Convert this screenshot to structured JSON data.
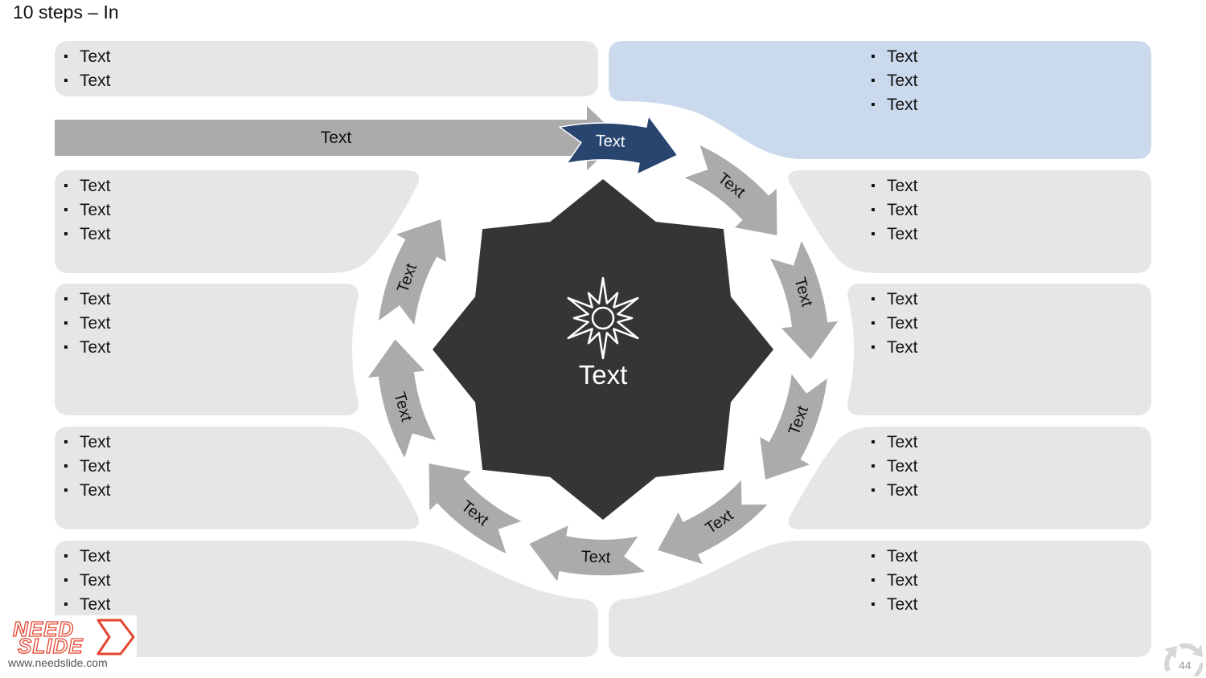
{
  "slide": {
    "title": "10 steps – In",
    "page_number": "44",
    "website": "www.needslide.com",
    "logo": {
      "line1": "NEED",
      "line2": "SLIDE"
    }
  },
  "colors": {
    "panel": "#e6e6e6",
    "panel_highlight": "#cadaec",
    "arrow": "#ababab",
    "arrow_highlight": "#284570",
    "center": "#353535",
    "brand": "#e3452f"
  },
  "input_arrow": {
    "label": "Text"
  },
  "center": {
    "label": "Text",
    "icon": "sun-icon"
  },
  "steps": [
    {
      "label": "Text",
      "highlight": true
    },
    {
      "label": "Text",
      "highlight": false
    },
    {
      "label": "Text",
      "highlight": false
    },
    {
      "label": "Text",
      "highlight": false
    },
    {
      "label": "Text",
      "highlight": false
    },
    {
      "label": "Text",
      "highlight": false
    },
    {
      "label": "Text",
      "highlight": false
    },
    {
      "label": "Text",
      "highlight": false
    },
    {
      "label": "Text",
      "highlight": false
    }
  ],
  "panels": {
    "top_left": {
      "items": [
        "Text",
        "Text"
      ]
    },
    "top_right": {
      "items": [
        "Text",
        "Text",
        "Text"
      ],
      "highlight": true
    },
    "row2_left": {
      "items": [
        "Text",
        "Text",
        "Text"
      ]
    },
    "row2_right": {
      "items": [
        "Text",
        "Text",
        "Text"
      ]
    },
    "row3_left": {
      "items": [
        "Text",
        "Text",
        "Text"
      ]
    },
    "row3_right": {
      "items": [
        "Text",
        "Text",
        "Text"
      ]
    },
    "row4_left": {
      "items": [
        "Text",
        "Text",
        "Text"
      ]
    },
    "row4_right": {
      "items": [
        "Text",
        "Text",
        "Text"
      ]
    },
    "bottom_left": {
      "items": [
        "Text",
        "Text",
        "Text"
      ]
    },
    "bottom_right": {
      "items": [
        "Text",
        "Text",
        "Text"
      ]
    }
  }
}
